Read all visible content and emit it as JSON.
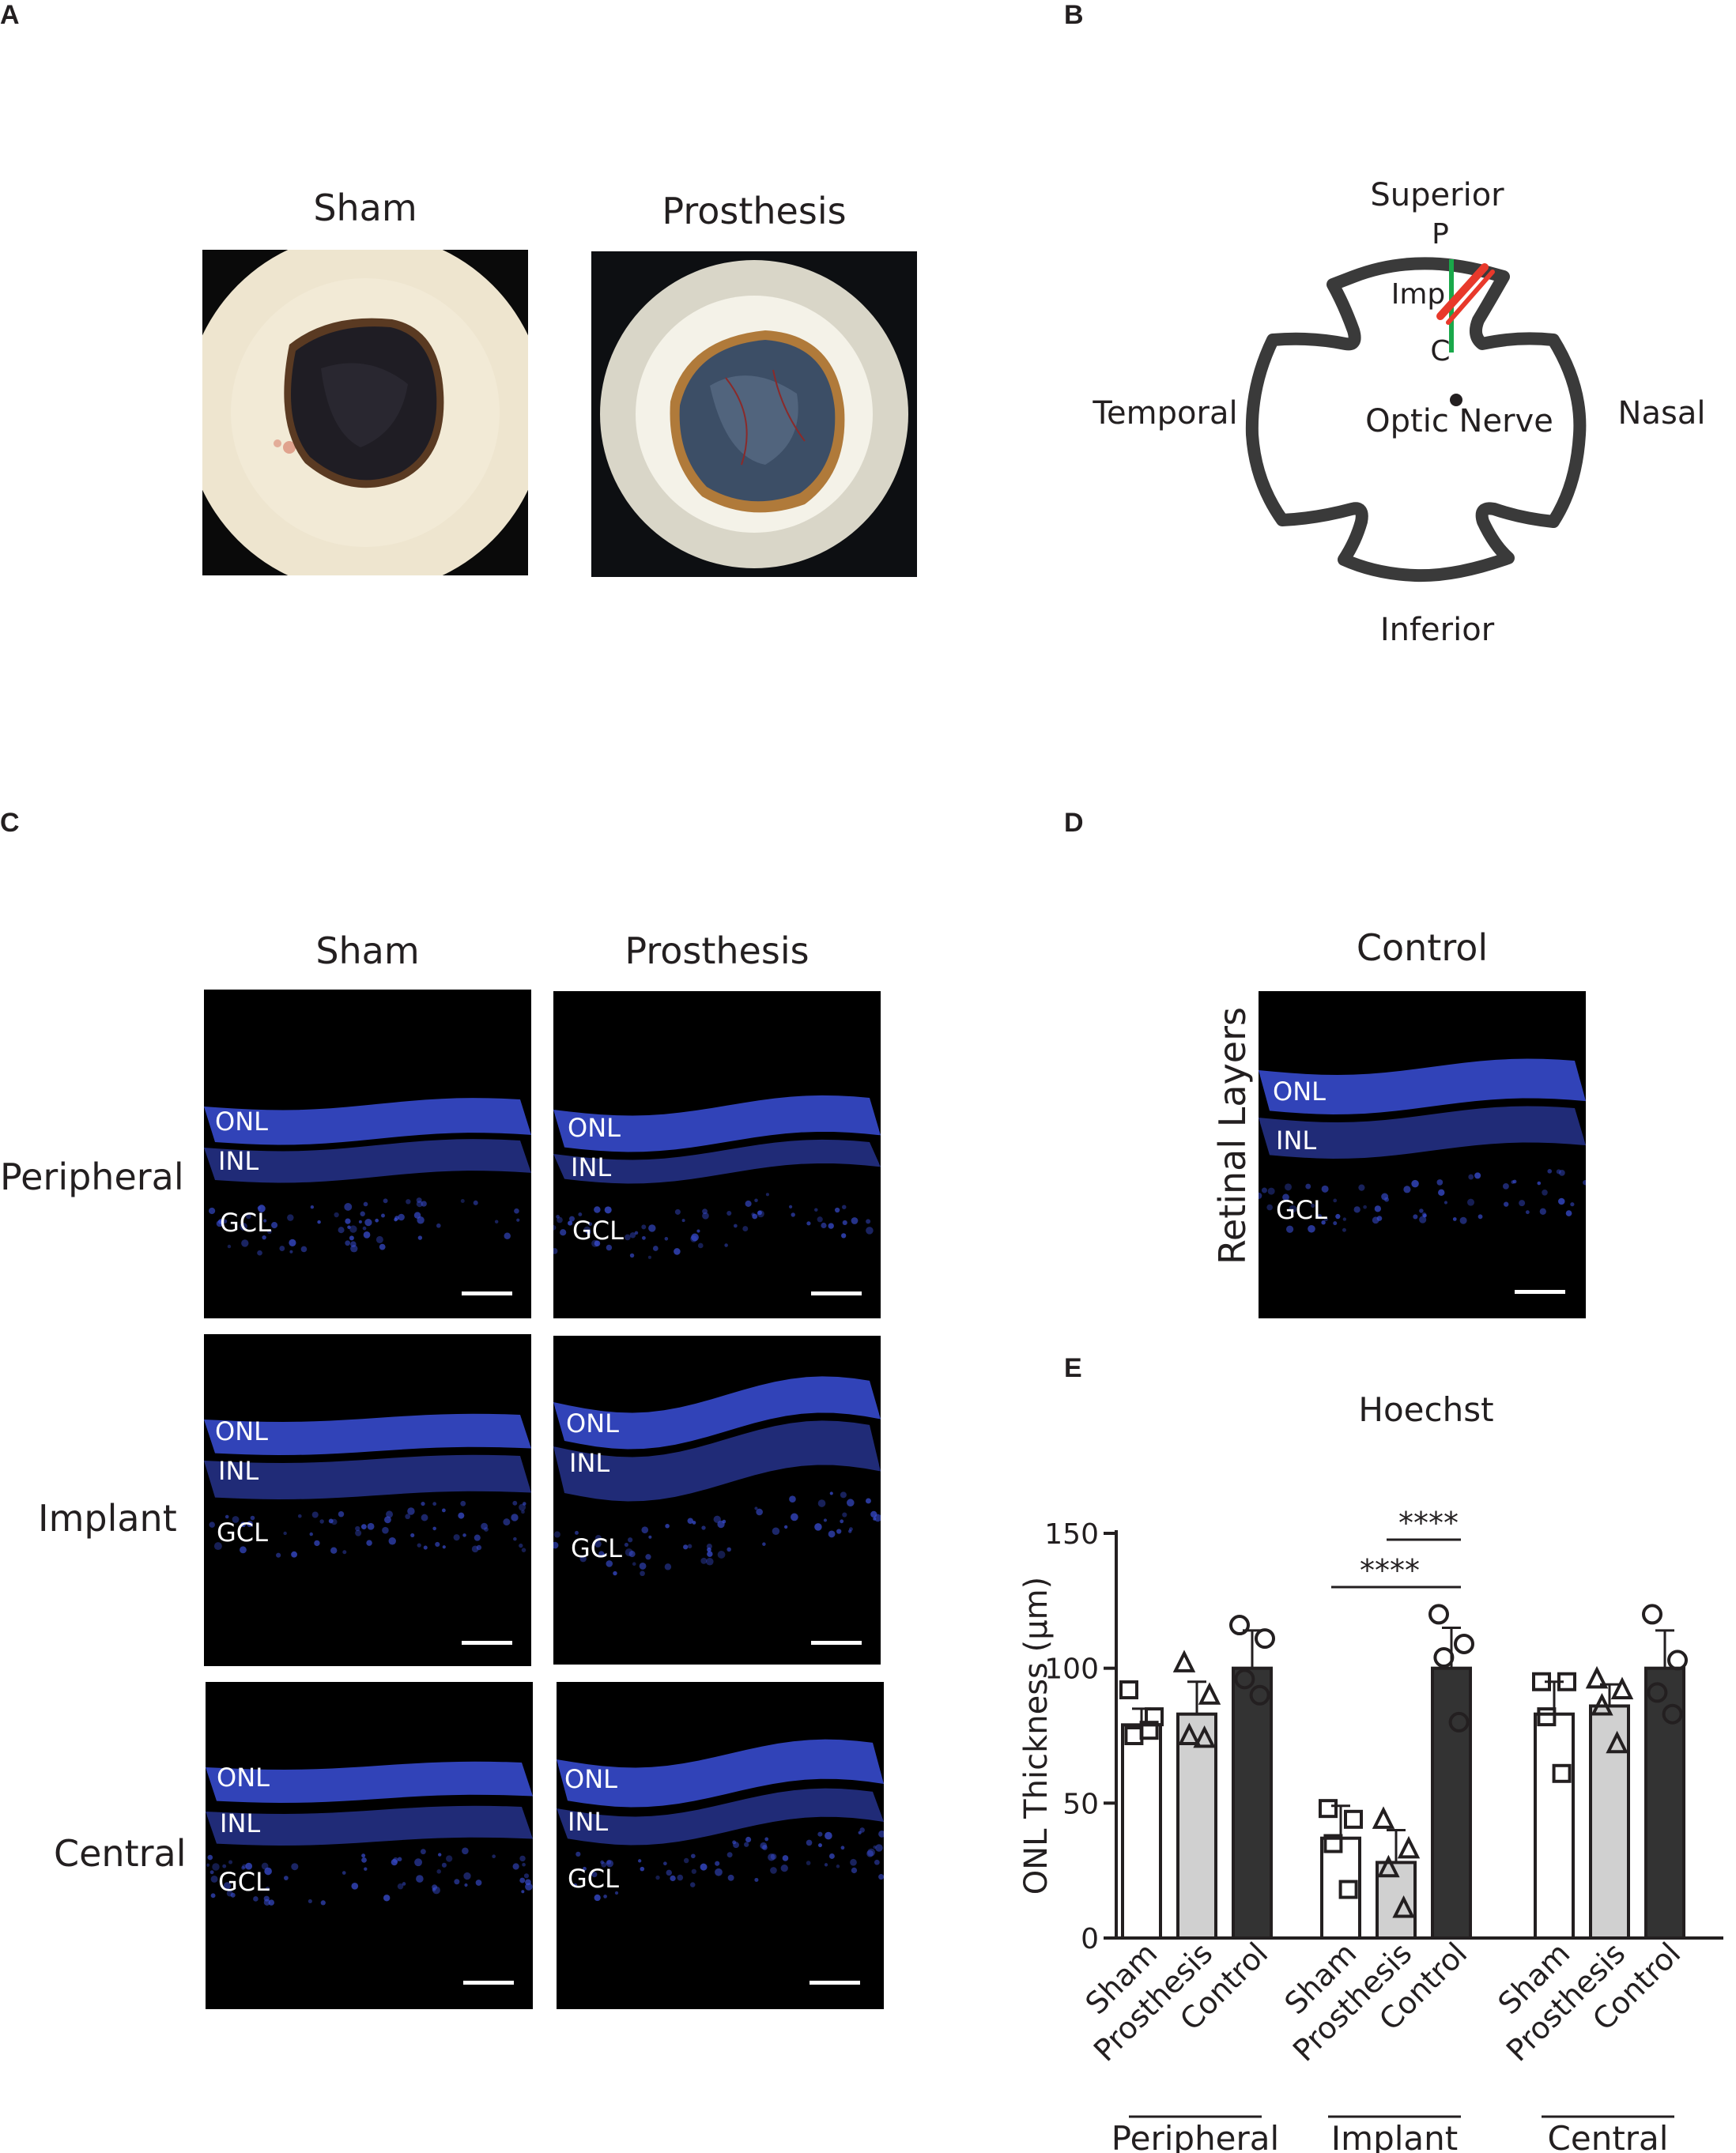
{
  "panels": {
    "a": "A",
    "b": "B",
    "c": "C",
    "d": "D",
    "e": "E"
  },
  "panel_a": {
    "sham": "Sham",
    "prosthesis": "Prosthesis"
  },
  "panel_b": {
    "superior": "Superior",
    "inferior": "Inferior",
    "temporal": "Temporal",
    "nasal": "Nasal",
    "optic_nerve": "Optic Nerve",
    "p": "P",
    "imp": "Imp",
    "c": "C",
    "colors": {
      "outline": "#3a3a3a",
      "green": "#1aa84a",
      "red": "#e8392b"
    }
  },
  "panel_c": {
    "col_sham": "Sham",
    "col_prosthesis": "Prosthesis",
    "row_peripheral": "Peripheral",
    "row_implant": "Implant",
    "row_central": "Central",
    "onl": "ONL",
    "inl": "INL",
    "gcl": "GCL",
    "colors": {
      "nuclei": "#3a4fd8"
    }
  },
  "panel_d": {
    "title": "Control",
    "ylabel": "Retinal Layers",
    "onl": "ONL",
    "inl": "INL",
    "gcl": "GCL"
  },
  "chart_data": {
    "type": "bar",
    "title": "Hoechst",
    "ylabel": "ONL Thickness (µm)",
    "ylim": [
      0,
      150
    ],
    "yticks": [
      0,
      50,
      100,
      150
    ],
    "groups": [
      "Peripheral",
      "Implant",
      "Central"
    ],
    "categories": [
      "Sham",
      "Prosthesis",
      "Control"
    ],
    "colors": {
      "Sham": "#ffffff",
      "Prosthesis": "#d0d0d0",
      "Control": "#333333"
    },
    "series": [
      {
        "group": "Peripheral",
        "values": [
          79,
          83,
          100
        ],
        "errors": [
          6,
          12,
          14
        ]
      },
      {
        "group": "Implant",
        "values": [
          37,
          28,
          100
        ],
        "errors": [
          12,
          12,
          15
        ]
      },
      {
        "group": "Central",
        "values": [
          83,
          86,
          100
        ],
        "errors": [
          12,
          8,
          14
        ]
      }
    ],
    "points": [
      [
        [
          92,
          82,
          75,
          77
        ],
        [
          102,
          90,
          75,
          74
        ],
        [
          116,
          111,
          96,
          90
        ]
      ],
      [
        [
          48,
          44,
          35,
          18
        ],
        [
          44,
          33,
          26,
          11
        ],
        [
          120,
          109,
          104,
          80
        ]
      ],
      [
        [
          95,
          95,
          82,
          61
        ],
        [
          96,
          92,
          86,
          72
        ],
        [
          120,
          103,
          91,
          83
        ]
      ]
    ],
    "markers": {
      "Sham": "square",
      "Prosthesis": "triangle",
      "Control": "circle"
    },
    "significance": [
      {
        "group": "Implant",
        "from": "Sham",
        "to": "Control",
        "label": "****"
      },
      {
        "group": "Implant",
        "from": "Prosthesis",
        "to": "Control",
        "label": "****"
      }
    ]
  }
}
